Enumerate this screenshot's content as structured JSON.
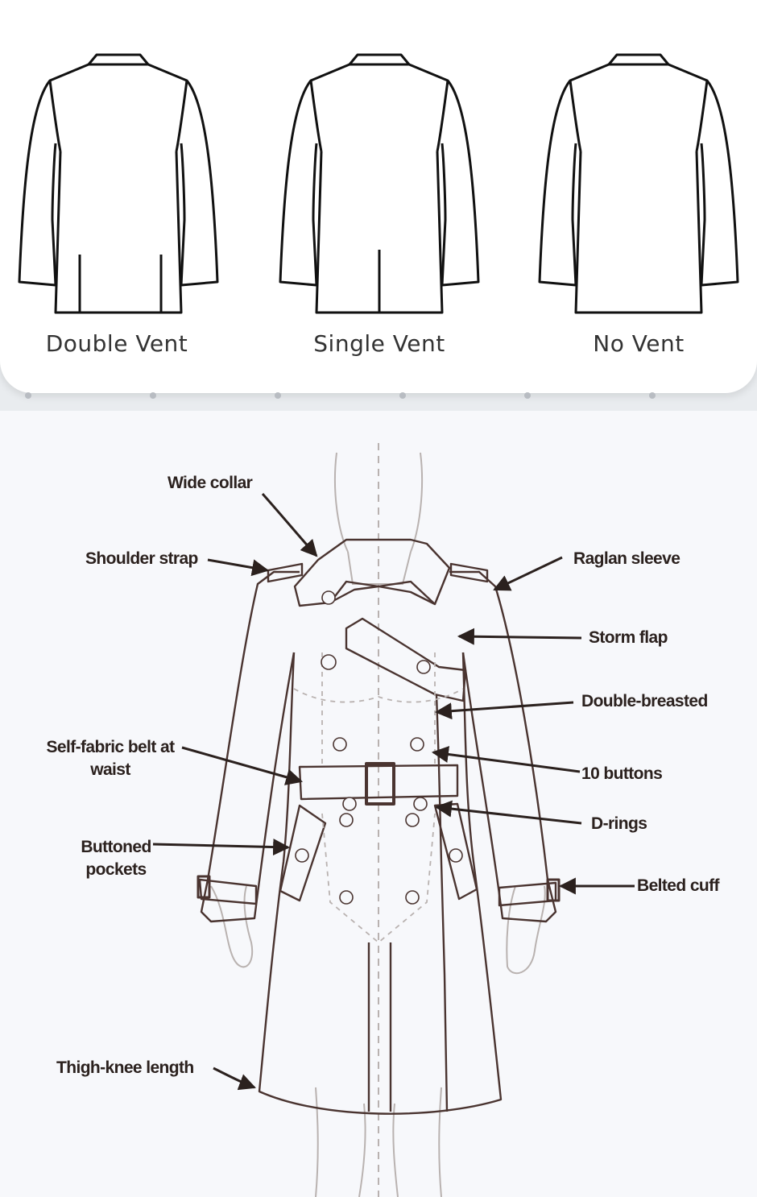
{
  "vent_styles": [
    {
      "label": "Double Vent",
      "vents": 2
    },
    {
      "label": "Single Vent",
      "vents": 1
    },
    {
      "label": "No Vent",
      "vents": 0
    }
  ],
  "carousel": {
    "dot_count": 6,
    "dot_color": "#b8bcc2"
  },
  "coat_diagram": {
    "callouts": {
      "wide_collar": "Wide collar",
      "shoulder_strap": "Shoulder strap",
      "raglan_sleeve": "Raglan sleeve",
      "storm_flap": "Storm flap",
      "double_breasted": "Double-breasted",
      "self_fabric_belt_line1": "Self-fabric belt at",
      "self_fabric_belt_line2": "waist",
      "ten_buttons": "10 buttons",
      "d_rings": "D-rings",
      "buttoned_pockets_line1": "Buttoned",
      "buttoned_pockets_line2": "pockets",
      "belted_cuff": "Belted cuff",
      "thigh_knee_length": "Thigh-knee length"
    },
    "line_color": "#4a3430",
    "figure_color": "#b9b2b0"
  }
}
